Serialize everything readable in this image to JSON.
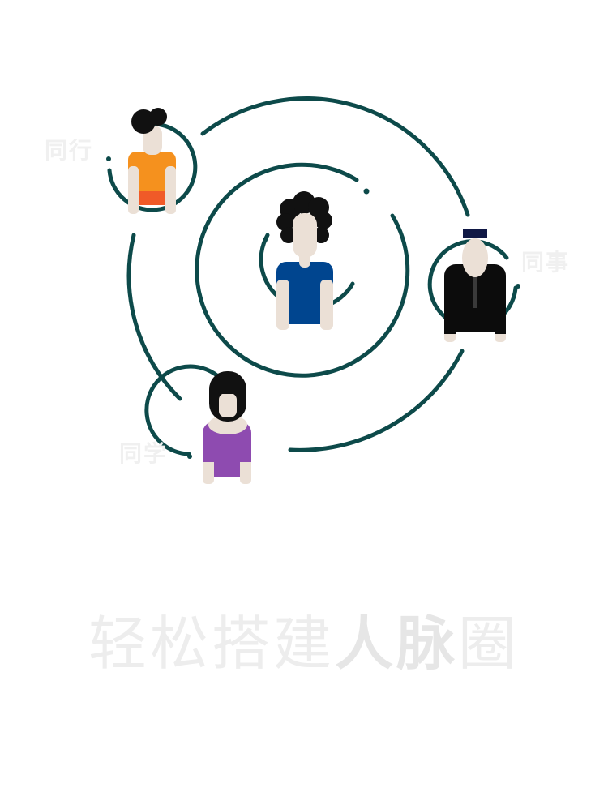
{
  "labels": {
    "peer": "同行",
    "colleague": "同事",
    "classmate": "同学"
  },
  "tagline": {
    "part1": "轻松搭建",
    "part2": "人脉",
    "part3": "圈"
  },
  "colors": {
    "ring": "#0d4a4a",
    "skin": "#ebe0d6",
    "hair": "#111111",
    "orange_shirt": "#f5911e",
    "orange_shirt_bottom": "#f05a28",
    "blue_shirt": "#00458f",
    "black_suit": "#0c0c0c",
    "navy_hat": "#101845",
    "purple_shirt": "#8e4bb0",
    "label_gray": "#f0f0f0"
  },
  "icons": [
    "network-diagram",
    "person-center-icon",
    "person-peer-icon",
    "person-colleague-icon",
    "person-classmate-icon"
  ]
}
